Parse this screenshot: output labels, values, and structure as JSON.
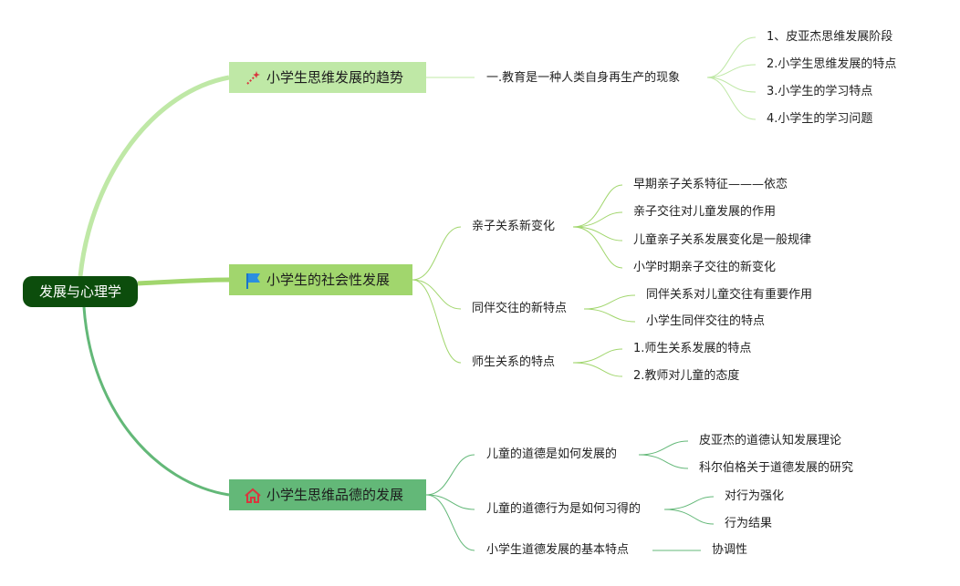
{
  "root": "发展与心理学",
  "branches": [
    {
      "label": "小学生思维发展的趋势",
      "color": "#bfe8a6",
      "icon": "magic-wand-icon",
      "children": [
        {
          "label": "一.教育是一种人类自身再生产的现象",
          "children": [
            "1、皮亚杰思维发展阶段",
            "2.小学生思维发展的特点",
            "3.小学生的学习特点",
            "4.小学生的学习问题"
          ]
        }
      ]
    },
    {
      "label": "小学生的社会性发展",
      "color": "#a1d66d",
      "icon": "blue-flag-icon",
      "children": [
        {
          "label": "亲子关系新变化",
          "children": [
            "早期亲子关系特征———依恋",
            "亲子交往对儿童发展的作用",
            "儿童亲子关系发展变化是一般规律",
            "小学时期亲子交往的新变化"
          ]
        },
        {
          "label": "同伴交往的新特点",
          "children": [
            "同伴关系对儿童交往有重要作用",
            "小学生同伴交往的特点"
          ]
        },
        {
          "label": "师生关系的特点",
          "children": [
            "1.师生关系发展的特点",
            "2.教师对儿童的态度"
          ]
        }
      ]
    },
    {
      "label": "小学生思维品德的发展",
      "color": "#63b878",
      "icon": "home-icon",
      "children": [
        {
          "label": "儿童的道德是如何发展的",
          "children": [
            "皮亚杰的道德认知发展理论",
            "科尔伯格关于道德发展的研究"
          ]
        },
        {
          "label": "儿童的道德行为是如何习得的",
          "children": [
            "对行为强化",
            "行为结果"
          ]
        },
        {
          "label": "小学生道德发展的基本特点",
          "children": [
            "协调性"
          ]
        }
      ]
    }
  ]
}
